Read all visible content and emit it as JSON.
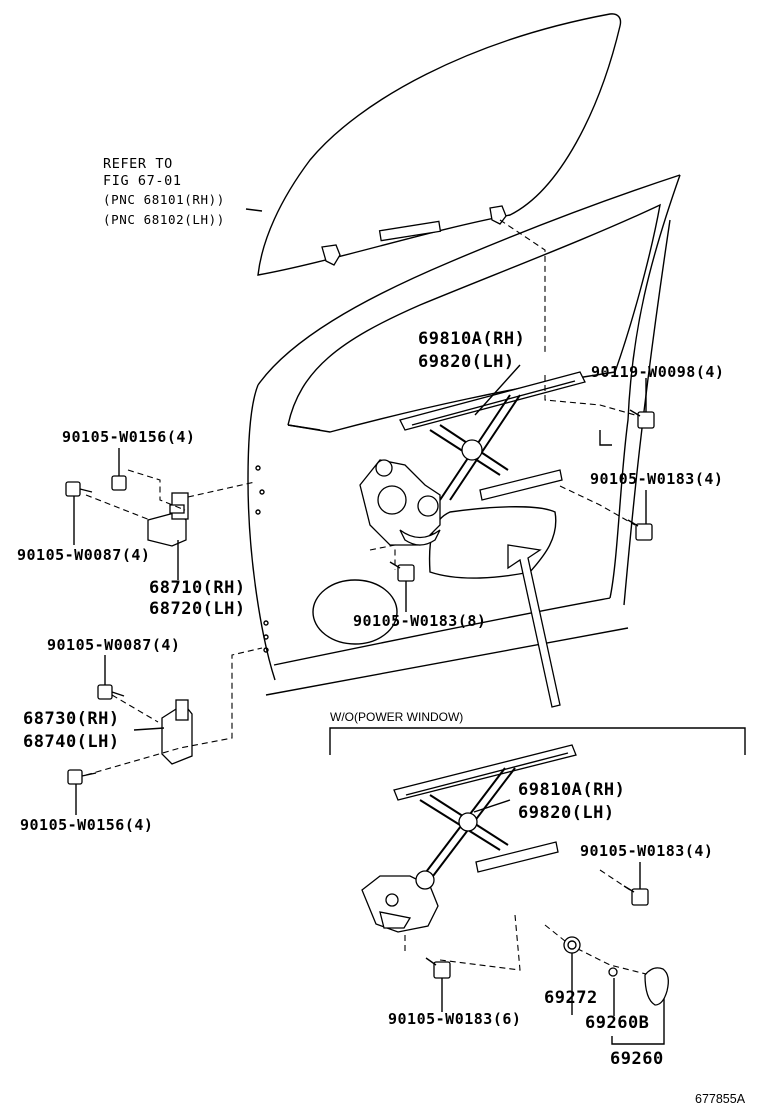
{
  "refer": {
    "line1": "REFER TO",
    "line2": "FIG 67-01",
    "line3": "(PNC 68101(RH))",
    "line4": "(PNC 68102(LH))"
  },
  "labels": {
    "regulator_top_rh": "69810A(RH)",
    "regulator_top_lh": "69820(LH)",
    "bolt_90119": "90119-W0098(4)",
    "bolt_w0156_top": "90105-W0156(4)",
    "bolt_w0183_right": "90105-W0183(4)",
    "bolt_w0087_top": "90105-W0087(4)",
    "hinge_upper_rh": "68710(RH)",
    "hinge_upper_lh": "68720(LH)",
    "bolt_w0183_center": "90105-W0183(8)",
    "bolt_w0087_lower": "90105-W0087(4)",
    "hinge_lower_rh": "68730(RH)",
    "hinge_lower_lh": "68740(LH)",
    "bolt_w0156_bottom": "90105-W0156(4)",
    "section_title": "W/O(POWER WINDOW)",
    "regulator_bottom_rh": "69810A(RH)",
    "regulator_bottom_lh": "69820(LH)",
    "bolt_w0183_bottom_right": "90105-W0183(4)",
    "part_69272": "69272",
    "bolt_w0183_bottom": "90105-W0183(6)",
    "part_69260b": "69260B",
    "part_69260": "69260",
    "figure_code": "677855A"
  }
}
